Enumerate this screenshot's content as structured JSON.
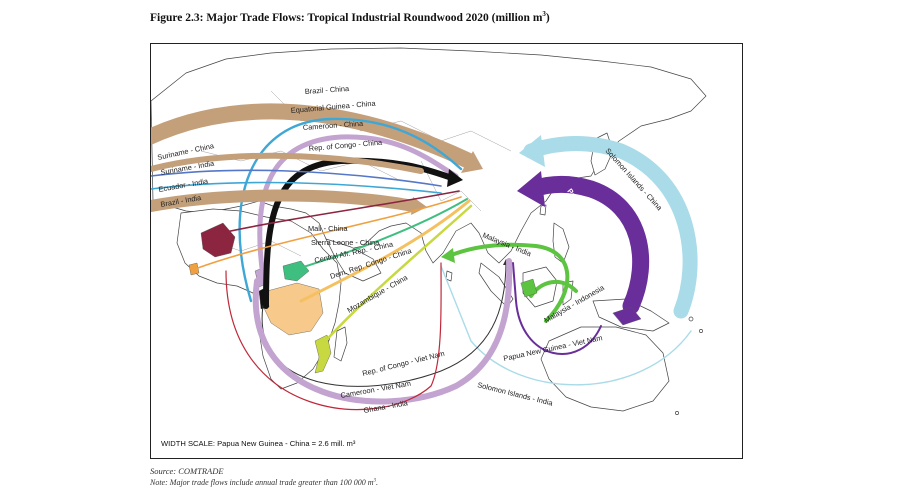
{
  "figure": {
    "title": "Figure 2.3: Major Trade Flows: Tropical Industrial Roundwood 2020 (million m",
    "title_sup": "3",
    "title_end": ")"
  },
  "map": {
    "scale_text": "WIDTH SCALE: Papua New Guinea - China = 2.6 mill. m³",
    "flows": [
      {
        "label": "Brazil - China",
        "color": "#c4a07a"
      },
      {
        "label": "Equatorial Guinea - China",
        "color": "#c4a07a"
      },
      {
        "label": "Cameroon - China",
        "color": "#c3a3cf"
      },
      {
        "label": "Rep. of Congo - China",
        "color": "#111111"
      },
      {
        "label": "Suriname - China",
        "color": "#c4a07a"
      },
      {
        "label": "Suriname - India",
        "color": "#5577c8"
      },
      {
        "label": "Ecuador - India",
        "color": "#3fa7d6"
      },
      {
        "label": "Brazil - India",
        "color": "#c4a07a"
      },
      {
        "label": "Mali - China",
        "color": "#8b2540"
      },
      {
        "label": "Sierra Leone - China",
        "color": "#f0a040"
      },
      {
        "label": "Central Afr. Rep. - China",
        "color": "#3fbf7f"
      },
      {
        "label": "Dem. Rep. Congo - China",
        "color": "#f5c060"
      },
      {
        "label": "Mozambique - China",
        "color": "#c8d840"
      },
      {
        "label": "Solomon Islands - China",
        "color": "#a9dbe8"
      },
      {
        "label": "Papua New Guinea - China",
        "color": "#6a2e9a"
      },
      {
        "label": "Malaysia - India",
        "color": "#5cc440"
      },
      {
        "label": "Malaysia - Indonesia",
        "color": "#5cc440"
      },
      {
        "label": "Papua New Guinea - Viet Nam",
        "color": "#6a2e9a"
      },
      {
        "label": "Solomon Islands - India",
        "color": "#a9dbe8"
      },
      {
        "label": "Rep. of Congo - Viet Nam",
        "color": "#333333"
      },
      {
        "label": "Cameroon - Viet Nam",
        "color": "#c3a3cf"
      },
      {
        "label": "Ghana - India",
        "color": "#c0283a"
      }
    ]
  },
  "source": "Source: COMTRADE",
  "note": "Note: Major trade flows include annual trade greater than 100 000 m",
  "note_sup": "3",
  "note_end": "."
}
